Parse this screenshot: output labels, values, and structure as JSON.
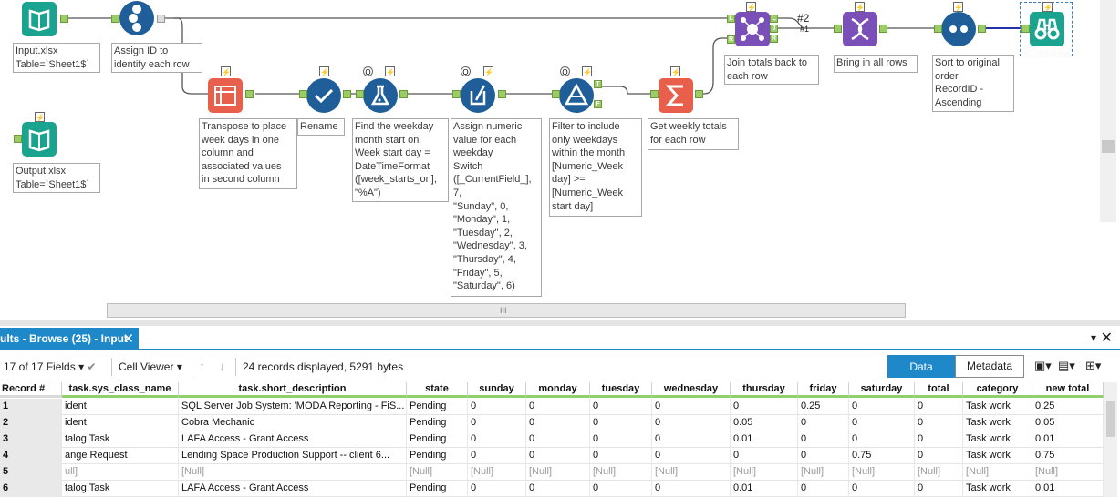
{
  "canvas": {
    "tools": [
      {
        "id": "input",
        "badge": "",
        "annotation": "Input.xlsx\nTable=`Sheet1$`",
        "color": "#1aa38e"
      },
      {
        "id": "record-id",
        "badge": "",
        "annotation": "Assign ID to\nidentify each row",
        "color": "#1f5e99"
      },
      {
        "id": "transpose",
        "badge": "⚡",
        "annotation": "Transpose to place\nweek days in one\ncolumn and\nassociated values\nin second column",
        "color": "#e8604c"
      },
      {
        "id": "rename",
        "badge": "⚡",
        "annotation": "Rename",
        "color": "#1f5e99"
      },
      {
        "id": "formula1",
        "badge": "⚡",
        "annotation": "Find the weekday\nmonth start on\nWeek start day =\nDateTimeFormat\n([week_starts_on],\n\"%A\")",
        "color": "#1f5e99"
      },
      {
        "id": "formula2",
        "badge": "⚡",
        "annotation": "Assign numeric\nvalue for each\nweekday\nSwitch\n([_CurrentField_],\n7,\n\"Sunday\", 0,\n\"Monday\", 1,\n\"Tuesday\", 2,\n\"Wednesday\", 3,\n\"Thursday\", 4,\n\"Friday\", 5,\n\"Saturday\", 6)",
        "color": "#1f5e99"
      },
      {
        "id": "filter",
        "badge": "⚡",
        "annotation": "Filter to include\nonly weekdays\nwithin the month\n[Numeric_Week\nday] >=\n[Numeric_Week\nstart day]",
        "color": "#1f5e99"
      },
      {
        "id": "summarize",
        "badge": "⚡",
        "annotation": "Get weekly totals\nfor each row",
        "color": "#e8604c"
      },
      {
        "id": "join",
        "badge": "⚡",
        "annotation": "Join totals back to\neach row",
        "color": "#7b4fb8"
      },
      {
        "id": "union",
        "badge": "⚡",
        "annotation": "Bring in all rows",
        "color": "#7b4fb8"
      },
      {
        "id": "sort",
        "badge": "⚡",
        "annotation": "Sort to original\norder\nRecordID -\nAscending",
        "color": "#1f5e99"
      },
      {
        "id": "browse",
        "badge": "⚡",
        "annotation": "",
        "color": "#1aa38e"
      },
      {
        "id": "output",
        "badge": "⚡",
        "annotation": "Output.xlsx\nTable=`Sheet1$`",
        "color": "#1aa38e"
      }
    ],
    "union_labels": {
      "hash2": "#2",
      "hash1": "#1"
    },
    "join_ports": {
      "l": "L",
      "r": "R",
      "j": "J"
    },
    "filter_ports": {
      "t": "T",
      "f": "F"
    },
    "scroll_grip": "III"
  },
  "results": {
    "tab_label": "ults - Browse (25) - Input",
    "fields": "17 of 17 Fields",
    "cell_viewer": "Cell Viewer",
    "records_info": "24 records displayed, 5291 bytes",
    "data_button": "Data",
    "metadata_button": "Metadata",
    "columns": [
      "Record #",
      "task.sys_class_name",
      "task.short_description",
      "state",
      "sunday",
      "monday",
      "tuesday",
      "wednesday",
      "thursday",
      "friday",
      "saturday",
      "total",
      "category",
      "new total"
    ],
    "rows": [
      [
        "1",
        "ident",
        "SQL Server Job System: 'MODA Reporting - FiS...",
        "Pending",
        "0",
        "0",
        "0",
        "0",
        "0",
        "0.25",
        "0",
        "0",
        "Task work",
        "0.25"
      ],
      [
        "2",
        "ident",
        "Cobra Mechanic",
        "Pending",
        "0",
        "0",
        "0",
        "0",
        "0.05",
        "0",
        "0",
        "0",
        "Task work",
        "0.05"
      ],
      [
        "3",
        "talog Task",
        "LAFA Access - Grant Access",
        "Pending",
        "0",
        "0",
        "0",
        "0",
        "0.01",
        "0",
        "0",
        "0",
        "Task work",
        "0.01"
      ],
      [
        "4",
        "ange Request",
        "Lending Space Production Support --   client 6...",
        "Pending",
        "0",
        "0",
        "0",
        "0",
        "0",
        "0",
        "0.75",
        "0",
        "Task work",
        "0.75"
      ],
      [
        "5",
        "ull]",
        "[Null]",
        "[Null]",
        "[Null]",
        "[Null]",
        "[Null]",
        "[Null]",
        "[Null]",
        "[Null]",
        "[Null]",
        "[Null]",
        "[Null]",
        "[Null]"
      ],
      [
        "6",
        "talog Task",
        "LAFA Access - Grant Access",
        "Pending",
        "0",
        "0",
        "0",
        "0",
        "0.01",
        "0",
        "0",
        "0",
        "Task work",
        "0.01"
      ]
    ]
  }
}
